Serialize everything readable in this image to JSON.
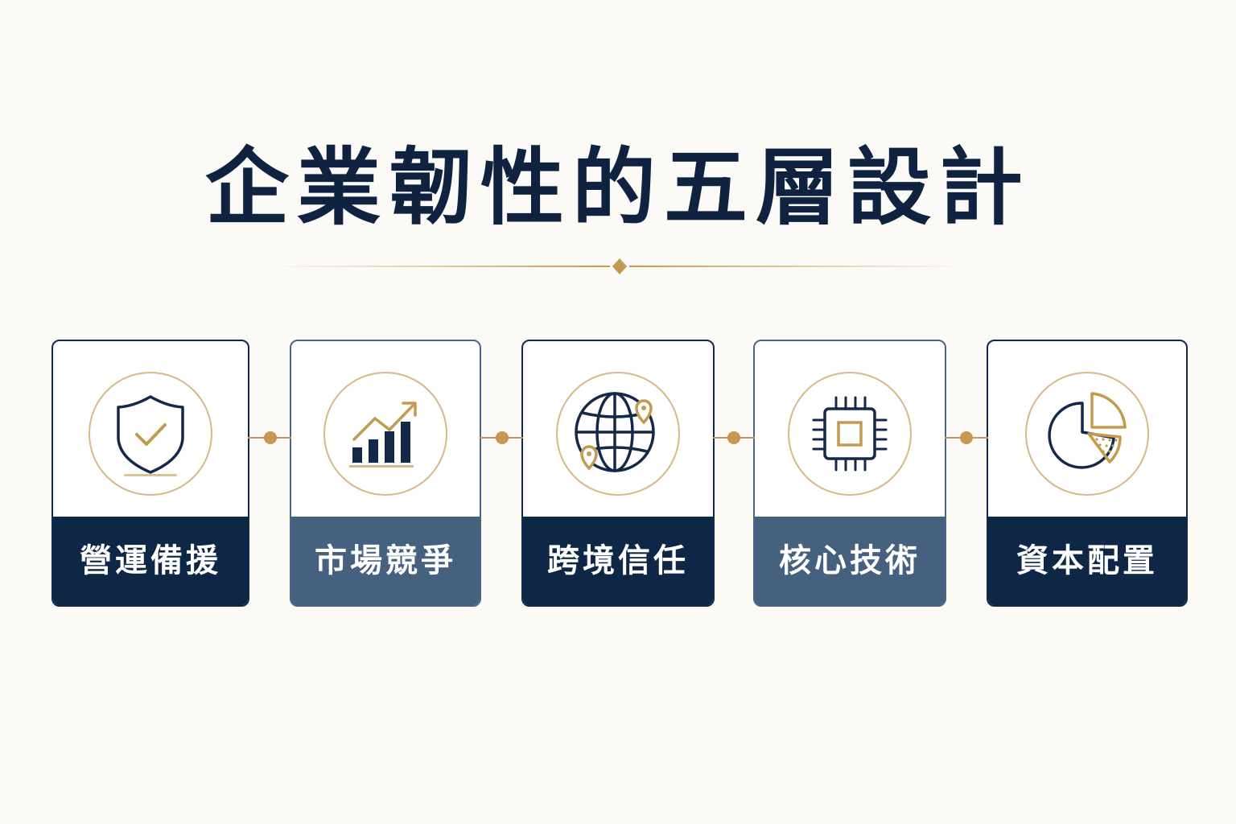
{
  "title": "企業韌性的五層設計",
  "colors": {
    "navy": "#0f2747",
    "slate": "#46607f",
    "gold": "#c39a4f",
    "background": "#fbfaf7"
  },
  "layers": [
    {
      "label": "營運備援",
      "icon": "shield-check-icon"
    },
    {
      "label": "市場競爭",
      "icon": "bar-chart-growth-icon"
    },
    {
      "label": "跨境信任",
      "icon": "globe-pin-icon"
    },
    {
      "label": "核心技術",
      "icon": "chip-icon"
    },
    {
      "label": "資本配置",
      "icon": "pie-chart-icon"
    }
  ]
}
